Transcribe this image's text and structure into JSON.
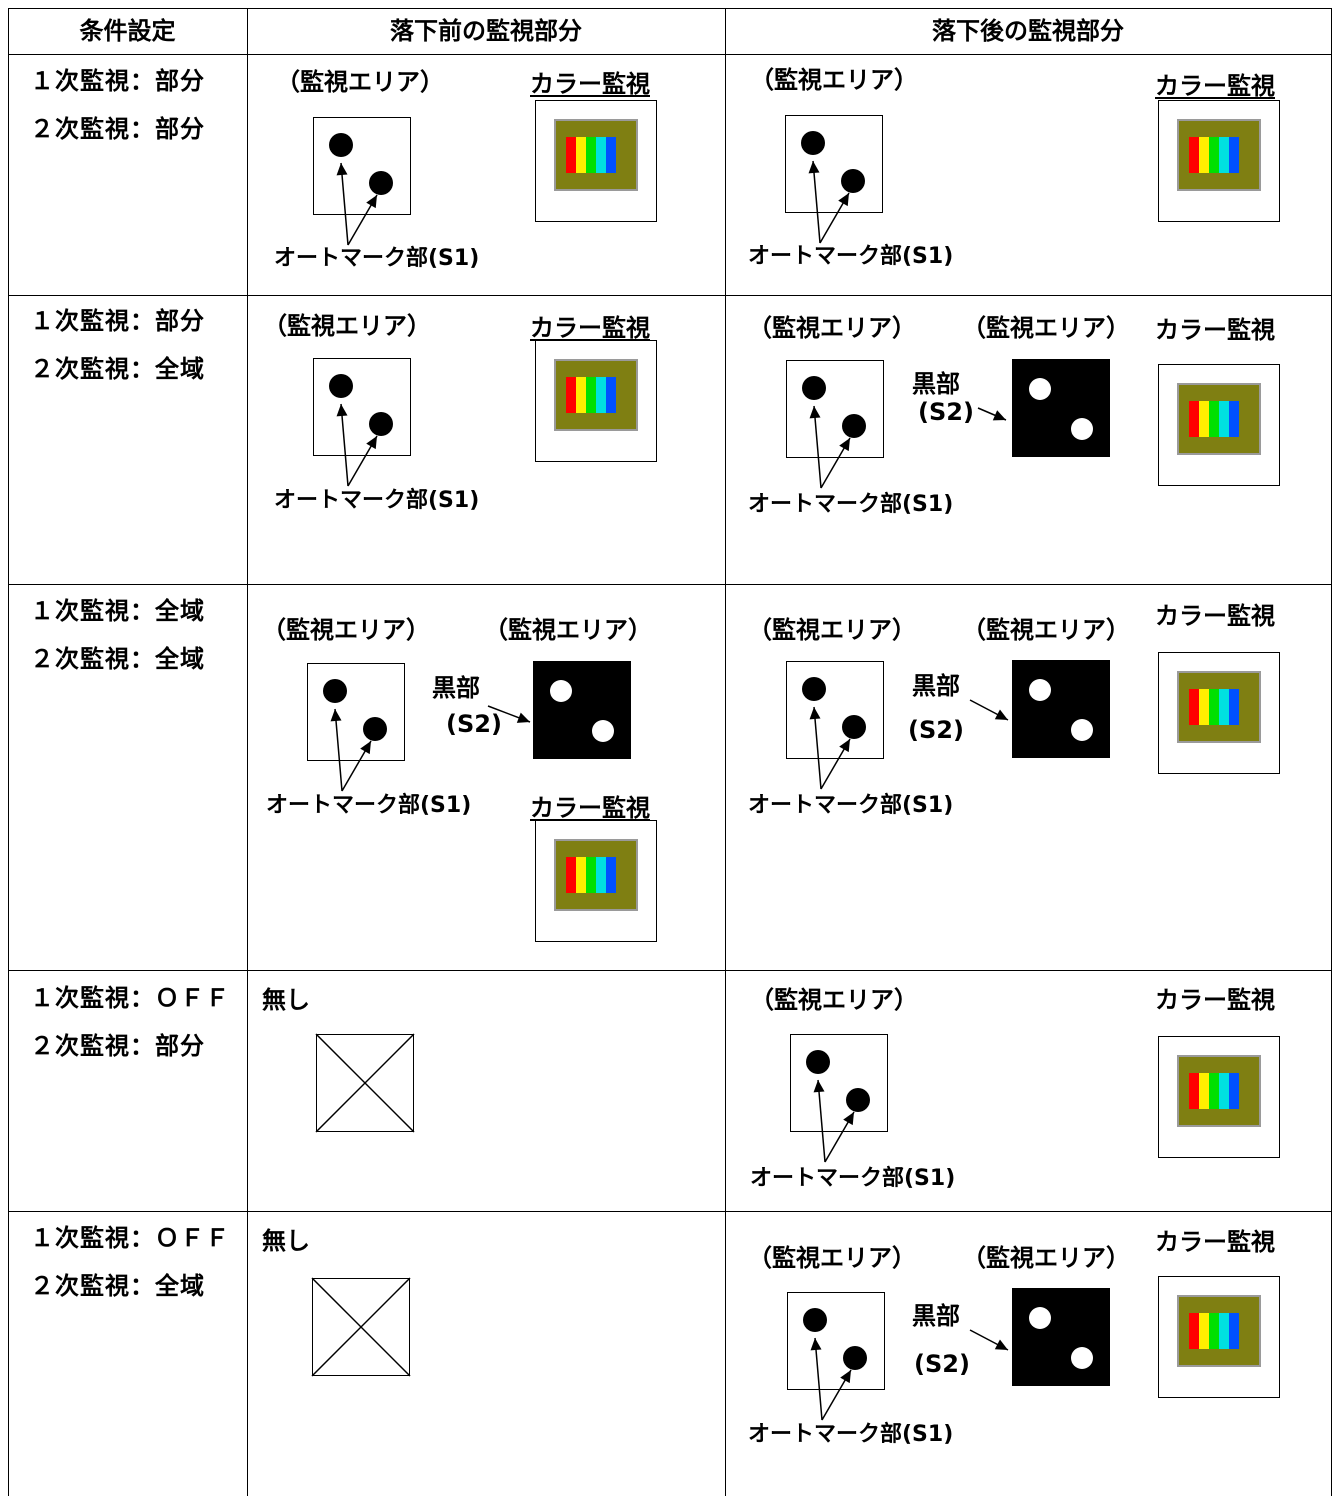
{
  "headers": {
    "condition": "条件設定",
    "before": "落下前の監視部分",
    "after": "落下後の監視部分"
  },
  "rows": [
    {
      "line1": "１次監視：部分",
      "line2": "２次監視：部分"
    },
    {
      "line1": "１次監視：部分",
      "line2": "２次監視：全域"
    },
    {
      "line1": "１次監視：全域",
      "line2": "２次監視：全域"
    },
    {
      "line1": "１次監視：ＯＦＦ",
      "line2": "２次監視：部分"
    },
    {
      "line1": "１次監視：ＯＦＦ",
      "line2": "２次監視：全域"
    }
  ],
  "labels": {
    "monitor_area": "（監視エリア）",
    "color_monitor": "カラー監視",
    "auto_mark": "オートマーク部(S1)",
    "black_part": "黒部",
    "s2": "(S2)",
    "none": "無し"
  },
  "colors": {
    "color_panel_bg": "#7f7f12",
    "color_bars": [
      "#ff0000",
      "#ffee00",
      "#00e000",
      "#00e0e0",
      "#0050ff"
    ]
  }
}
